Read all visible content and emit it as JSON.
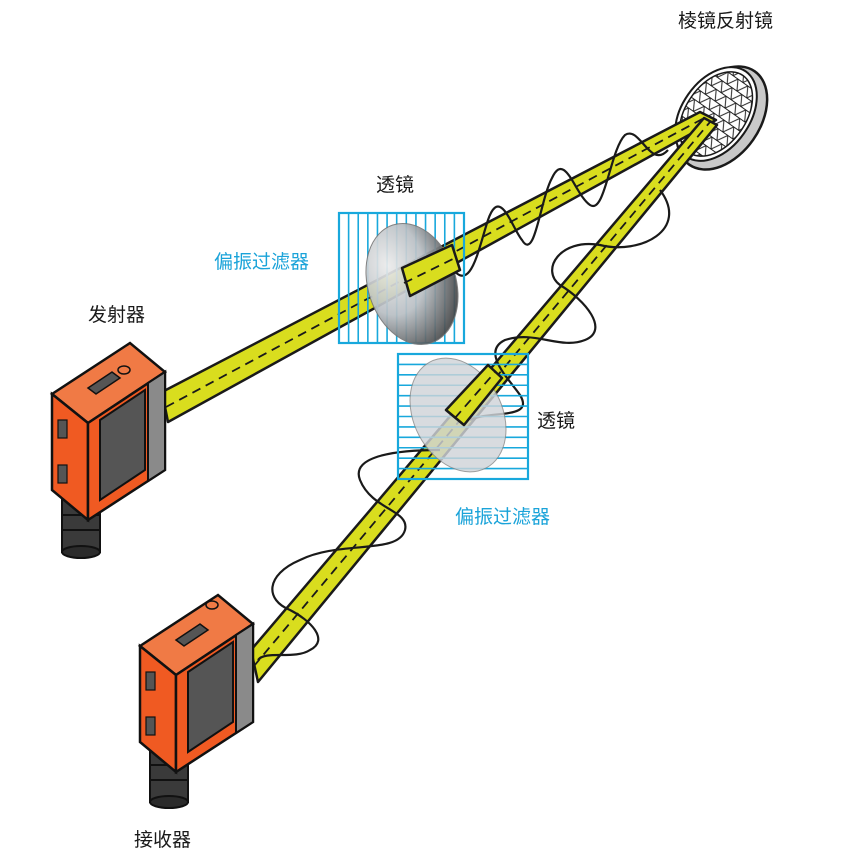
{
  "labels": {
    "reflector": "棱镜反射镜",
    "lens_top": "透镜",
    "filter_top": "偏振过滤器",
    "emitter": "发射器",
    "lens_bottom": "透镜",
    "filter_bottom": "偏振过滤器",
    "receiver": "接收器"
  },
  "colors": {
    "beam": "#d9dd1e",
    "filter": "#18a8dc",
    "sensor_body": "#f05a22",
    "outline": "#1a1a1a"
  }
}
